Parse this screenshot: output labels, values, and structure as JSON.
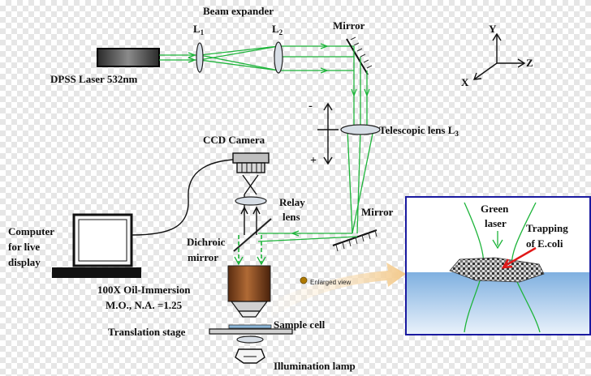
{
  "labels": {
    "beam_expander": "Beam expander",
    "l1": "L",
    "l1_sub": "1",
    "l2": "L",
    "l2_sub": "2",
    "mirror_top": "Mirror",
    "laser": "DPSS Laser 532nm",
    "minus": "-",
    "plus": "+",
    "telescopic": "Telescopic lens L",
    "telescopic_sub": "3",
    "ccd": "CCD Camera",
    "relay1": "Relay",
    "relay2": "lens",
    "mirror_mid": "Mirror",
    "computer1": "Computer",
    "computer2": "for live",
    "computer3": "display",
    "dichroic1": "Dichroic",
    "dichroic2": "mirror",
    "objective1": "100X Oil-Immersion",
    "objective2": "M.O., N.A. =1.25",
    "translation": "Translation stage",
    "sample": "Sample cell",
    "lamp": "Illumination lamp",
    "enlarged": "Enlarged view",
    "axis_y": "Y",
    "axis_z": "Z",
    "axis_x": "X",
    "green_laser1": "Green",
    "green_laser2": "laser",
    "trapping1": "Trapping",
    "trapping2": "of E.coli"
  },
  "colors": {
    "beam": "#1db43a",
    "inset_border": "#1a1aa0",
    "water_top": "#c9dcef",
    "water_bottom": "#5a96d2",
    "objective": "#9a5a2a",
    "arrow_red": "#e01818"
  }
}
